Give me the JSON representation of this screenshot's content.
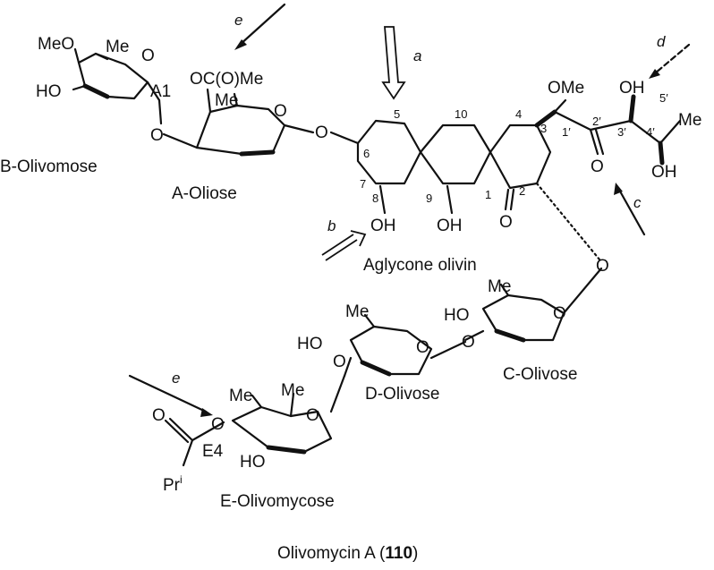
{
  "title": {
    "name": "Olivomycin A",
    "number": "110"
  },
  "aglycone_label": "Aglycone olivin",
  "sugars": {
    "A": "A-Oliose",
    "B": "B-Olivomose",
    "C": "C-Olivose",
    "D": "D-Olivose",
    "E": "E-Olivomycose"
  },
  "linkage_labels": {
    "A1": "A1",
    "E4": "E4"
  },
  "groups": {
    "meo_b": "MeO",
    "me_b": "Me",
    "ho_b": "HO",
    "ac_a": "OC(O)Me",
    "me_a": "Me",
    "o_a": "O",
    "o_b": "O",
    "o_link_ab": "O",
    "o_link_a": "O",
    "ome_side": "OMe",
    "oh_3p": "OH",
    "oh_4p": "OH",
    "me_5p": "Me",
    "o_ketone_side": "O",
    "oh_8": "OH",
    "oh_9": "OH",
    "o_ketone_1": "O",
    "o_link_c": "O",
    "ho_c": "HO",
    "me_c": "Me",
    "o_c_ring": "O",
    "o_link_dc": "O",
    "ho_d": "HO",
    "me_d": "Me",
    "o_d_ring": "O",
    "o_link_ed": "O",
    "me_e1": "Me",
    "me_e2": "Me",
    "o_e_ring": "O",
    "ho_e": "HO",
    "o_ester": "O",
    "o_carbonyl_ester": "O",
    "pr_e": "Pr",
    "pr_e_sup": "i"
  },
  "atom_numbers": [
    "5",
    "10",
    "4",
    "3",
    "6",
    "7",
    "8",
    "9",
    "1",
    "2",
    "1′",
    "2′",
    "3′",
    "4′",
    "5′"
  ],
  "arrows": [
    "a",
    "b",
    "c",
    "d",
    "e",
    "e"
  ]
}
